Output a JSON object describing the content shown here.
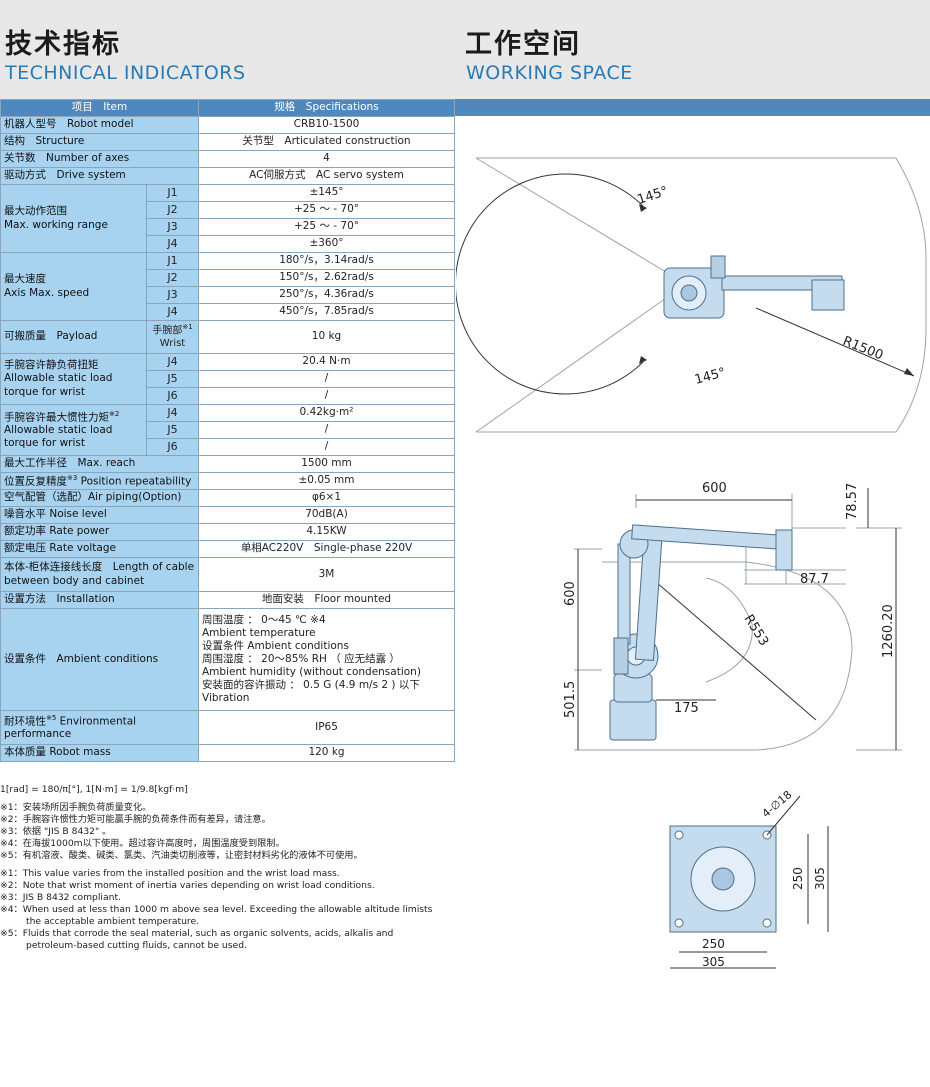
{
  "header": {
    "left_cn": "技术指标",
    "left_en": "TECHNICAL INDICATORS",
    "right_cn": "工作空间",
    "right_en": "WORKING SPACE"
  },
  "table": {
    "head_item": "项目　Item",
    "head_spec": "规格　Specifications",
    "model_label": "机器人型号　Robot model",
    "model_value": "CRB10-1500",
    "structure_label": "结构　Structure",
    "structure_value": "关节型　Articulated construction",
    "axes_label": "关节数　Number of axes",
    "axes_value": "4",
    "drive_label": "驱动方式　Drive system",
    "drive_value": "AC伺服方式　AC servo system",
    "range_label_cn": "最大动作范围",
    "range_label_en": "Max. working range",
    "range": [
      {
        "axis": "J1",
        "value": "±145°"
      },
      {
        "axis": "J2",
        "value": "+25 ～ - 70°"
      },
      {
        "axis": "J3",
        "value": "+25 ～ - 70°"
      },
      {
        "axis": "J4",
        "value": "±360°"
      }
    ],
    "speed_label_cn": "最大速度",
    "speed_label_en": "Axis Max. speed",
    "speed": [
      {
        "axis": "J1",
        "value": "180°/s，3.14rad/s"
      },
      {
        "axis": "J2",
        "value": "150°/s，2.62rad/s"
      },
      {
        "axis": "J3",
        "value": "250°/s，4.36rad/s"
      },
      {
        "axis": "J4",
        "value": "450°/s，7.85rad/s"
      }
    ],
    "payload_label": "可搬质量　Payload",
    "payload_sub_cn": "手腕部",
    "payload_sub_mark": "※1",
    "payload_sub_en": "Wrist",
    "payload_value": "10 kg",
    "torque_label_cn": "手腕容许静负荷扭矩",
    "torque_label_en": "Allowable static load torque for wrist",
    "torque": [
      {
        "axis": "J4",
        "value": "20.4 N·m"
      },
      {
        "axis": "J5",
        "value": "/"
      },
      {
        "axis": "J6",
        "value": "/"
      }
    ],
    "inertia_label_cn": "手腕容许最大惯性力矩",
    "inertia_mark": "※2",
    "inertia_label_en": "Allowable static load torque for wrist",
    "inertia": [
      {
        "axis": "J4",
        "value": "0.42kg·m²"
      },
      {
        "axis": "J5",
        "value": "/"
      },
      {
        "axis": "J6",
        "value": "/"
      }
    ],
    "reach_label": "最大工作半径　Max. reach",
    "reach_value": "1500 mm",
    "repeat_label_cn": "位置反复精度",
    "repeat_mark": "※3",
    "repeat_label_en": "  Position repeatability",
    "repeat_value": "±0.05 mm",
    "air_label": "空气配管（选配）Air piping(Option)",
    "air_value": "φ6×1",
    "noise_label": "噪音水平  Noise level",
    "noise_value": "70dB(A)",
    "power_label": "额定功率 Rate power",
    "power_value": "4.15KW",
    "voltage_label": "额定电压 Rate voltage",
    "voltage_value": "单相AC220V　Single-phase 220V",
    "cable_label": "本体-柜体连接线长度　Length of cable between body and cabinet",
    "cable_value": "3M",
    "install_label": "设置方法　Installation",
    "install_value": "地面安装　Floor mounted",
    "env_label": "设置条件　Ambient conditions",
    "env_lines": [
      "周围温度  ：  0～45 ℃ ※4",
      "Ambient temperature",
      "设置条件 Ambient conditions",
      "周围湿度  ：  20～85% RH （ 应无结露 ）",
      "Ambient humidity (without condensation)",
      "安装面的容许振动  ：  0.5 G (4.9 m/s 2 ) 以下",
      "Vibration"
    ],
    "envperf_label_cn": "耐环境性",
    "envperf_mark": "※5",
    "envperf_label_en": "  Environmental performance",
    "envperf_value": "IP65",
    "mass_label": "本体质量  Robot mass",
    "mass_value": "120 kg"
  },
  "notes": {
    "formula": "1[rad] = 180/π[°],  1[N·m] = 1/9.8[kgf·m]",
    "cn": [
      "※1：安装场所因手腕负荷质量变化。",
      "※2：手腕容许惯性力矩可能赢手腕的负荷条件而有差异，请注意。",
      "※3：依据 \"JIS B 8432\" 。",
      "※4：在海拔1000m以下使用。超过容许高度时，周围温度受到限制。",
      "※5：有机溶液、酸类、碱类、氯类、汽油类切削液等，让密封材料劣化的液体不可使用。"
    ],
    "en": [
      "※1：This value varies from the installed position and the wrist load mass.",
      "※2：Note that wrist moment of inertia varies depending on wrist load conditions.",
      "※3：JIS B 8432 compliant.",
      "※4：When used at less than 1000 m above sea level. Exceeding the allowable altitude limists",
      "the acceptable ambient temperature.",
      "※5：Fluids that corrode the seal material, such as organic solvents, acids, alkalis and",
      "petroleum-based cutting fluids, cannot be used."
    ]
  },
  "drawings": {
    "top": {
      "angle_top": "145°",
      "angle_bottom": "145°",
      "radius": "R1500"
    },
    "side": {
      "d600_top": "600",
      "d78": "78.57",
      "d87": "87.7",
      "r553": "R553",
      "d600_left": "600",
      "d501": "501.5",
      "d175": "175",
      "d1260": "1260.20"
    },
    "base": {
      "holes": "4-∅18",
      "d250_v": "250",
      "d305_v": "305",
      "d250_h": "250",
      "d305_h": "305"
    }
  }
}
